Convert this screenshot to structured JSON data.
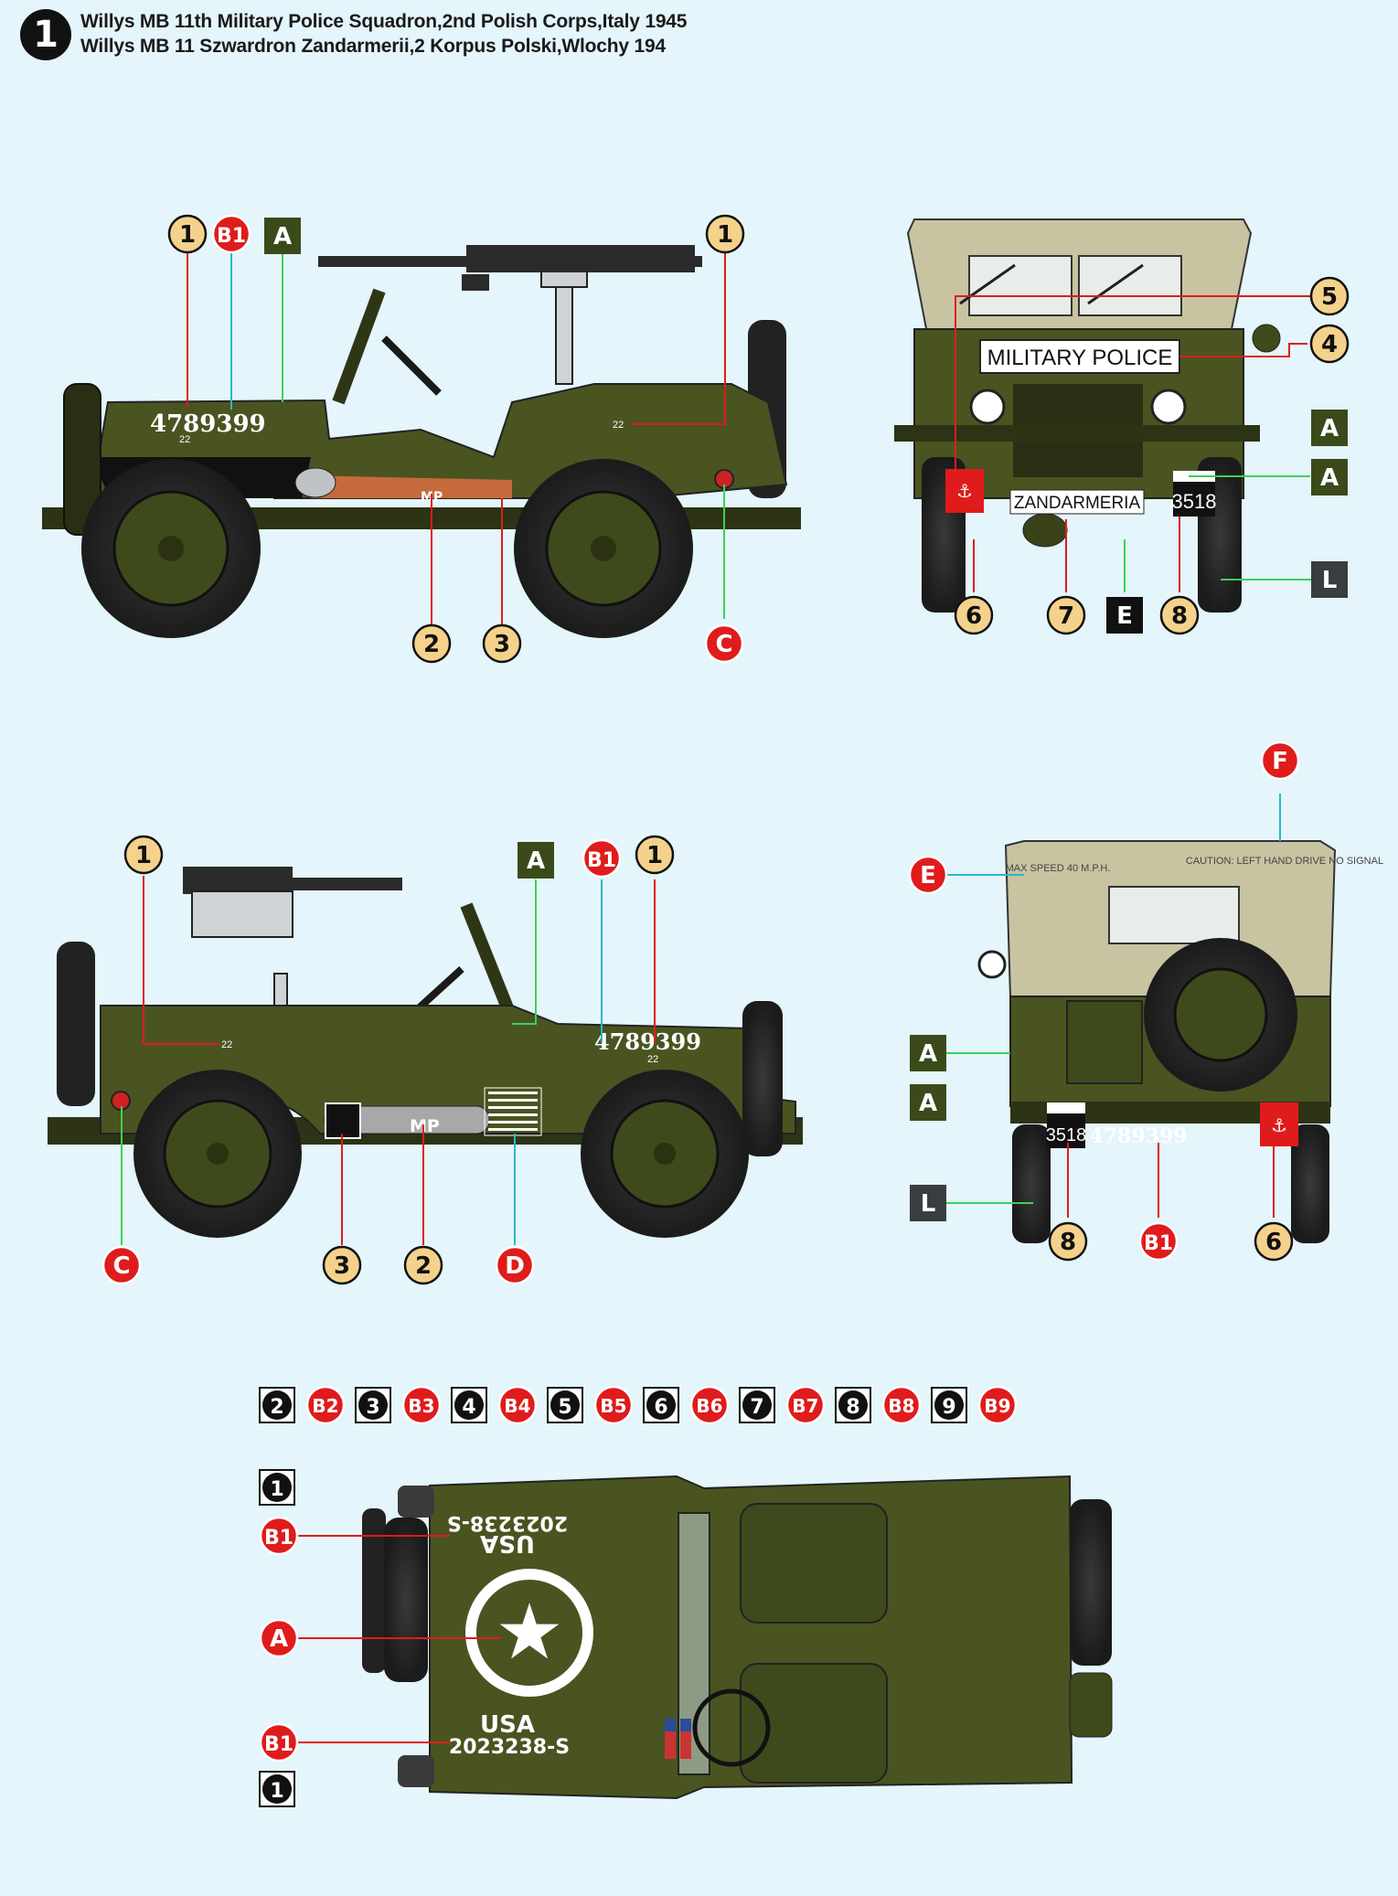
{
  "header": {
    "scheme_number": "1",
    "title_en": "Willys MB 11th Military Police Squadron,2nd Polish Corps,Italy 1945",
    "title_pl": "Willys MB 11 Szwardron Zandarmerii,2 Korpus Polski,Wlochy 194"
  },
  "vehicle": {
    "serial": "4789399",
    "unit_code": "22",
    "mp": "MP",
    "plate": "3518",
    "military_police": "MILITARY POLICE",
    "zandarmeria": "ZANDARMERIA",
    "usa": "USA",
    "reg": "2023238-S",
    "hood_speed": "MAX SPEED 40 M.P.H.",
    "tarp_caution": "CAUTION: LEFT HAND DRIVE NO SIGNAL"
  },
  "callouts": {
    "n1": "1",
    "n2": "2",
    "n3": "3",
    "n4": "4",
    "n5": "5",
    "n6": "6",
    "n7": "7",
    "n8": "8",
    "a": "A",
    "b1": "B1",
    "c": "C",
    "d": "D",
    "e": "E",
    "f": "F",
    "l": "L"
  },
  "legend": [
    {
      "num": "2",
      "red": "B2"
    },
    {
      "num": "3",
      "red": "B3"
    },
    {
      "num": "4",
      "red": "B4"
    },
    {
      "num": "5",
      "red": "B5"
    },
    {
      "num": "6",
      "red": "B6"
    },
    {
      "num": "7",
      "red": "B7"
    },
    {
      "num": "8",
      "red": "B8"
    },
    {
      "num": "9",
      "red": "B9"
    }
  ],
  "colors": {
    "olive": "#4a5421",
    "olive_dark": "#3a421a",
    "tarp": "#c8c4a2",
    "background": "#e4f5fb",
    "callout_yellow": "#f5d28c",
    "callout_red": "#e01b1b",
    "callout_green": "#3b4a1a",
    "callout_black": "#111111",
    "callout_grey": "#3a3d40"
  }
}
